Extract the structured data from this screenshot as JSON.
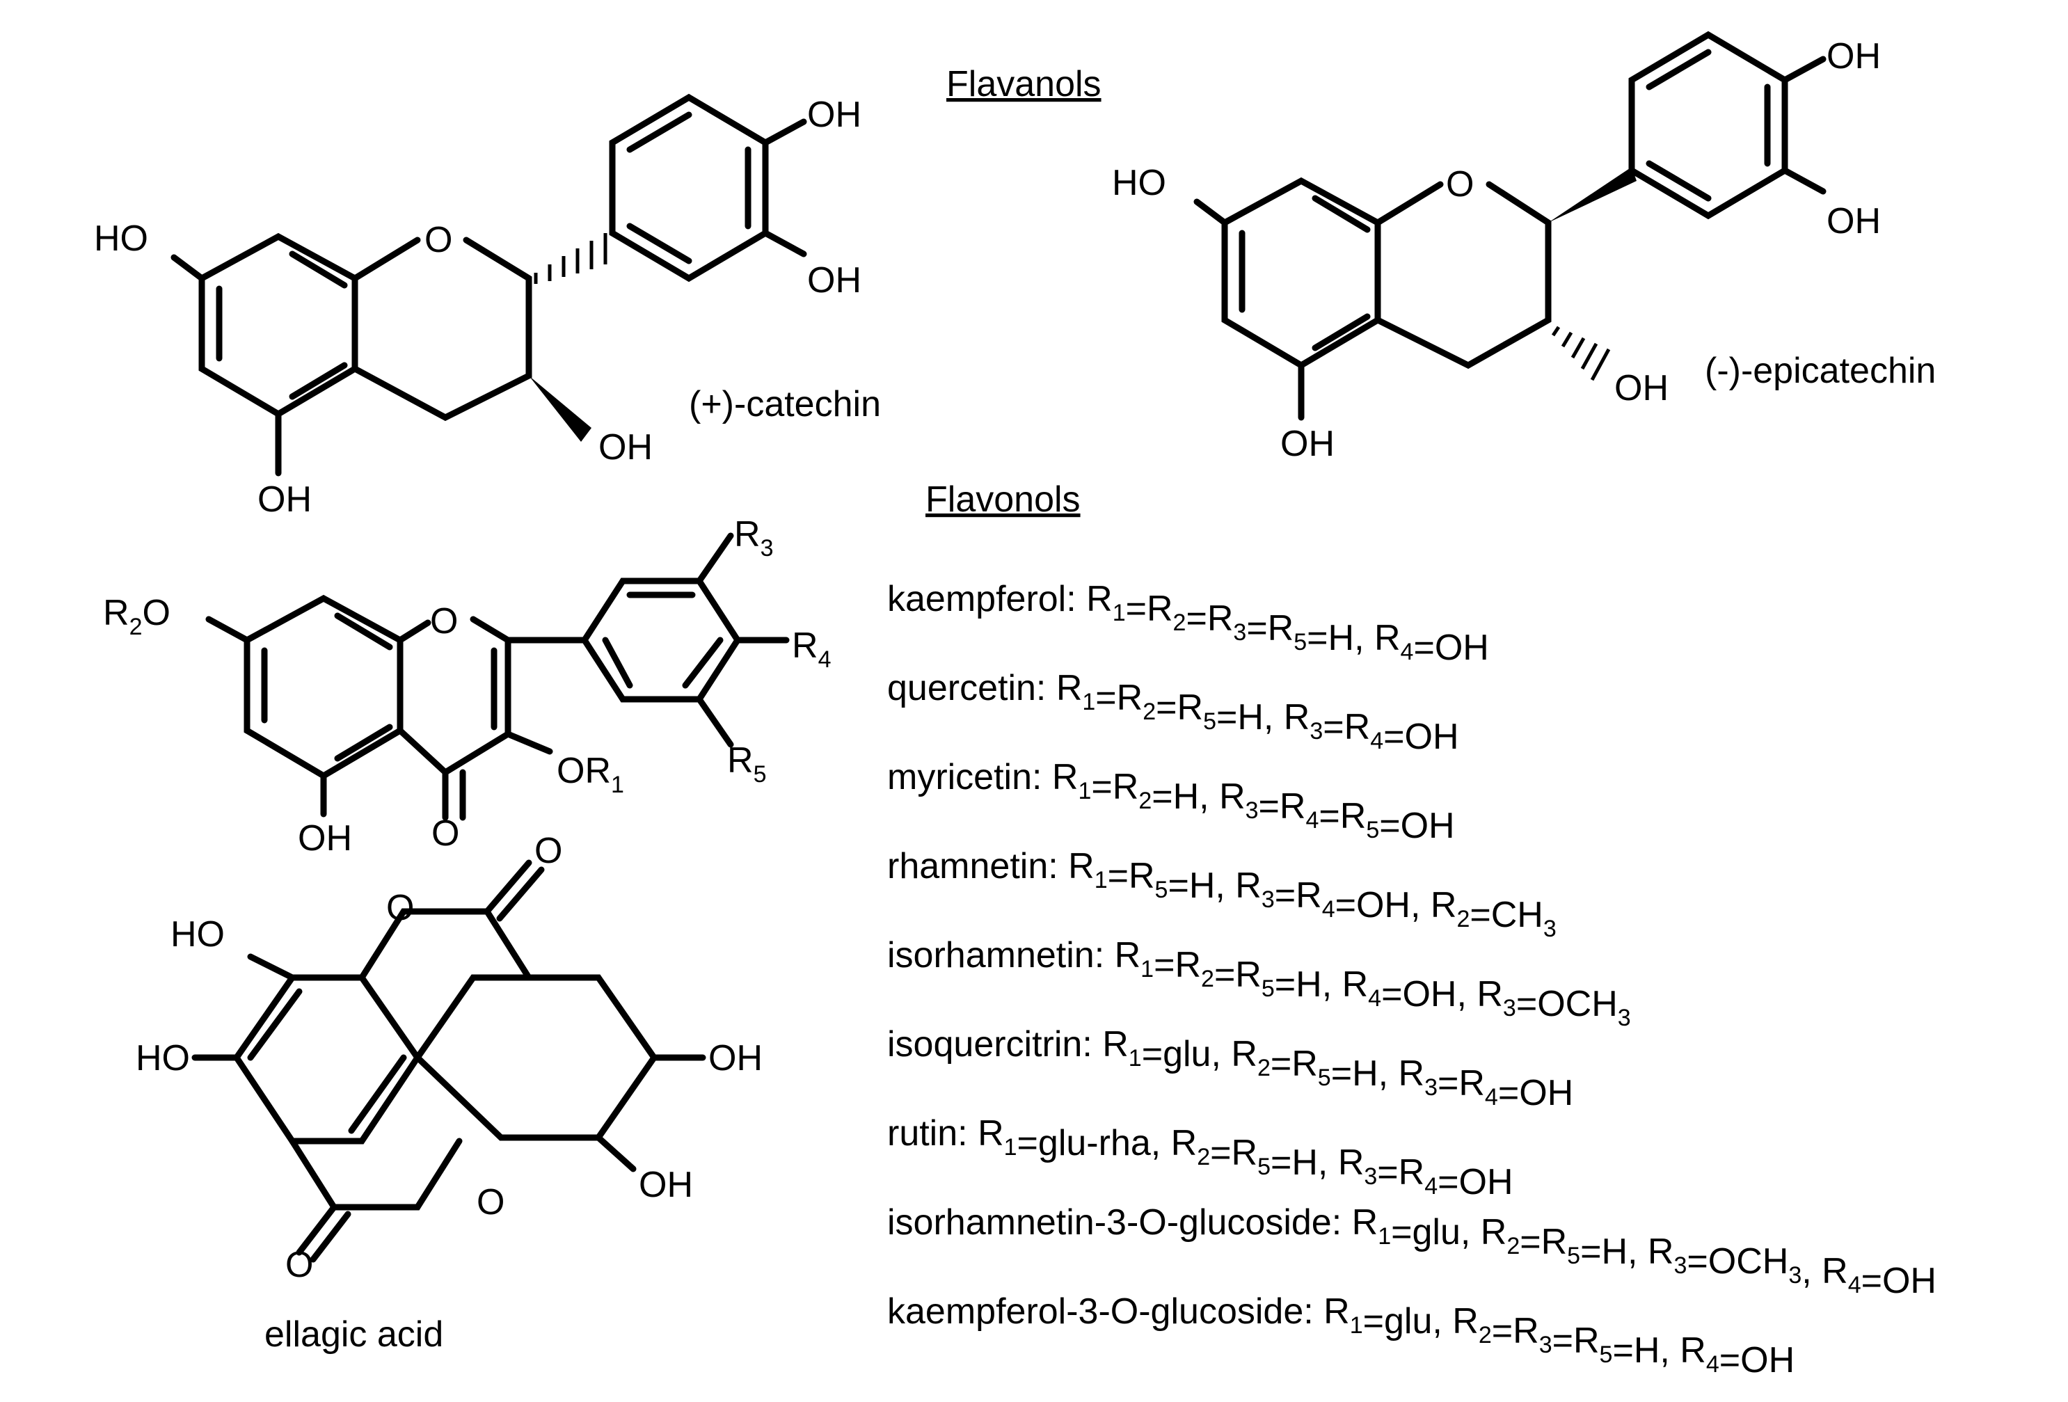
{
  "headings": {
    "flavanols": "Flavanols",
    "flavonols": "Flavonols"
  },
  "compounds": {
    "catechin": "(+)-catechin",
    "epicatechin": "(-)-epicatechin",
    "ellagic_acid": "ellagic acid"
  },
  "labels": {
    "HO": "HO",
    "OH": "OH",
    "O": "O",
    "R": "R",
    "OR": "OR"
  },
  "flavonol_entries": [
    {
      "name": "kaempferol:",
      "parts": [
        [
          "R",
          "1"
        ],
        [
          "=R",
          "2"
        ],
        [
          "=R",
          "3"
        ],
        [
          "=R",
          "5"
        ],
        [
          "=H, R",
          "4"
        ],
        [
          "=OH",
          ""
        ]
      ]
    },
    {
      "name": "quercetin:",
      "parts": [
        [
          "R",
          "1"
        ],
        [
          "=R",
          "2"
        ],
        [
          "=R",
          "5"
        ],
        [
          "=H, R",
          "3"
        ],
        [
          "=R",
          "4"
        ],
        [
          "=OH",
          ""
        ]
      ]
    },
    {
      "name": "myricetin:",
      "parts": [
        [
          "R",
          "1"
        ],
        [
          "=R",
          "2"
        ],
        [
          "=H, R",
          "3"
        ],
        [
          "=R",
          "4"
        ],
        [
          "=R",
          "5"
        ],
        [
          "=OH",
          ""
        ]
      ]
    },
    {
      "name": "rhamnetin:",
      "parts": [
        [
          "R",
          "1"
        ],
        [
          "=R",
          "5"
        ],
        [
          "=H, R",
          "3"
        ],
        [
          "=R",
          "4"
        ],
        [
          "=OH, R",
          "2"
        ],
        [
          "=CH",
          "3"
        ]
      ]
    },
    {
      "name": "isorhamnetin:",
      "parts": [
        [
          "R",
          "1"
        ],
        [
          "=R",
          "2"
        ],
        [
          "=R",
          "5"
        ],
        [
          "=H, R",
          "4"
        ],
        [
          "=OH, R",
          "3"
        ],
        [
          "=OCH",
          "3"
        ]
      ]
    },
    {
      "name": "isoquercitrin:",
      "parts": [
        [
          "R",
          "1"
        ],
        [
          "=glu, R",
          "2"
        ],
        [
          "=R",
          "5"
        ],
        [
          "=H, R",
          "3"
        ],
        [
          "=R",
          "4"
        ],
        [
          "=OH",
          ""
        ]
      ]
    },
    {
      "name": "rutin:",
      "parts": [
        [
          "R",
          "1"
        ],
        [
          "=glu-rha, R",
          "2"
        ],
        [
          "=R",
          "5"
        ],
        [
          "=H, R",
          "3"
        ],
        [
          "=R",
          "4"
        ],
        [
          "=OH",
          ""
        ]
      ]
    },
    {
      "name": "isorhamnetin-3-O-glucoside:",
      "parts": [
        [
          "R",
          "1"
        ],
        [
          "=glu, R",
          "2"
        ],
        [
          "=R",
          "5"
        ],
        [
          "=H, R",
          "3"
        ],
        [
          "=OCH",
          "3"
        ],
        [
          ", R",
          "4"
        ],
        [
          "=OH",
          ""
        ]
      ]
    },
    {
      "name": "kaempferol-3-O-glucoside:",
      "parts": [
        [
          "R",
          "1"
        ],
        [
          "=glu, R",
          "2"
        ],
        [
          "=R",
          "3"
        ],
        [
          "=R",
          "5"
        ],
        [
          "=H, R",
          "4"
        ],
        [
          "=OH",
          ""
        ]
      ]
    }
  ]
}
